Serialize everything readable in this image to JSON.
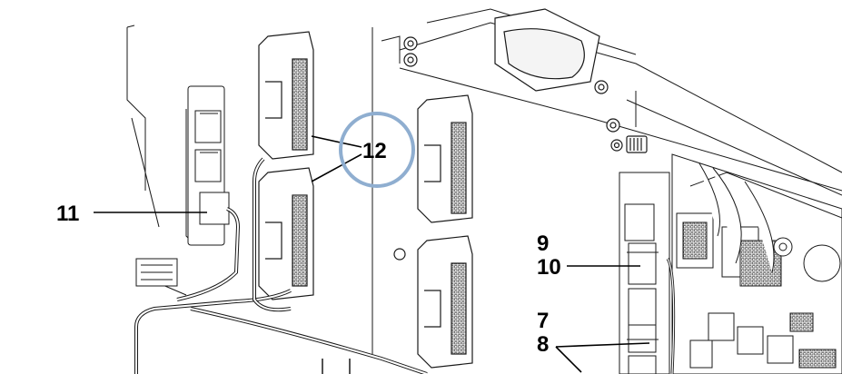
{
  "callouts": {
    "c7": "7",
    "c8": "8",
    "c9": "9",
    "c10": "10",
    "c11": "11",
    "c12": "12"
  },
  "colors": {
    "line": "#1a1a1a",
    "panel_fill": "#ffffff",
    "highlight_circle": "#8faed0"
  },
  "icons": [
    "connector-block-icon",
    "circuit-board-icon",
    "wire-harness-icon"
  ]
}
